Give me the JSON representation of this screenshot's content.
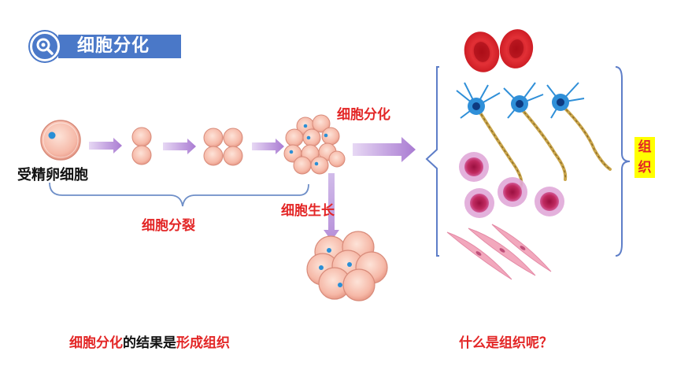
{
  "header": {
    "title": "细胞分化",
    "icon": "magnifier-icon"
  },
  "labels": {
    "fertilized_egg": "受精卵细胞",
    "cell_division": "细胞分裂",
    "cell_growth": "细胞生长",
    "cell_differentiation": "细胞分化"
  },
  "tissue_label": [
    "组",
    "织"
  ],
  "bottom": {
    "statement_part1": "细胞分化",
    "statement_part2": "的结果是",
    "statement_part3": "形成组织",
    "question": "什么是组织呢？"
  },
  "colors": {
    "accent": "#4a78c8",
    "red_text": "#e32626",
    "highlight": "#ffff00",
    "arrow": "#b48fd8",
    "cell": "#f7c2b4"
  }
}
